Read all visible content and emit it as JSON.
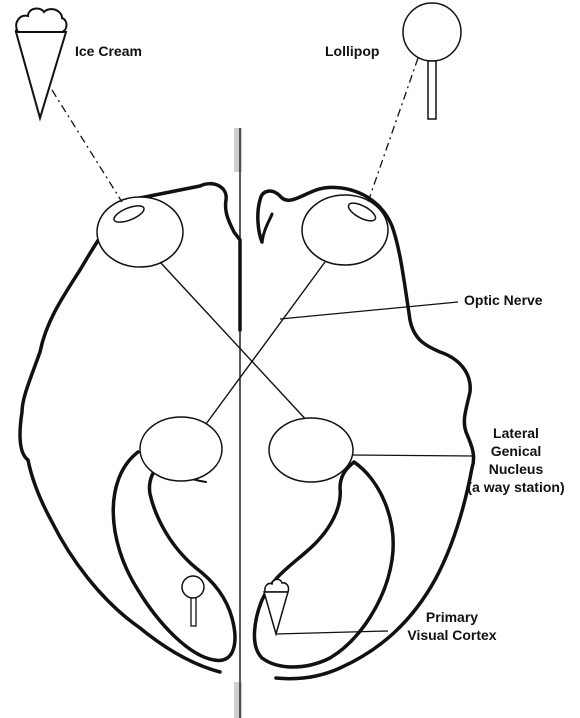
{
  "labels": {
    "ice_cream": "Ice Cream",
    "lollipop": "Lollipop",
    "optic_nerve": "Optic Nerve",
    "lgn_line1": "Lateral",
    "lgn_line2": "Genical",
    "lgn_line3": "Nucleus",
    "lgn_line4": "(a way station)",
    "cortex_line1": "Primary",
    "cortex_line2": "Visual Cortex"
  },
  "colors": {
    "stroke": "#111111",
    "midline": "#222222",
    "midline_shadow": "#bdbdbd",
    "fill": "#ffffff"
  }
}
